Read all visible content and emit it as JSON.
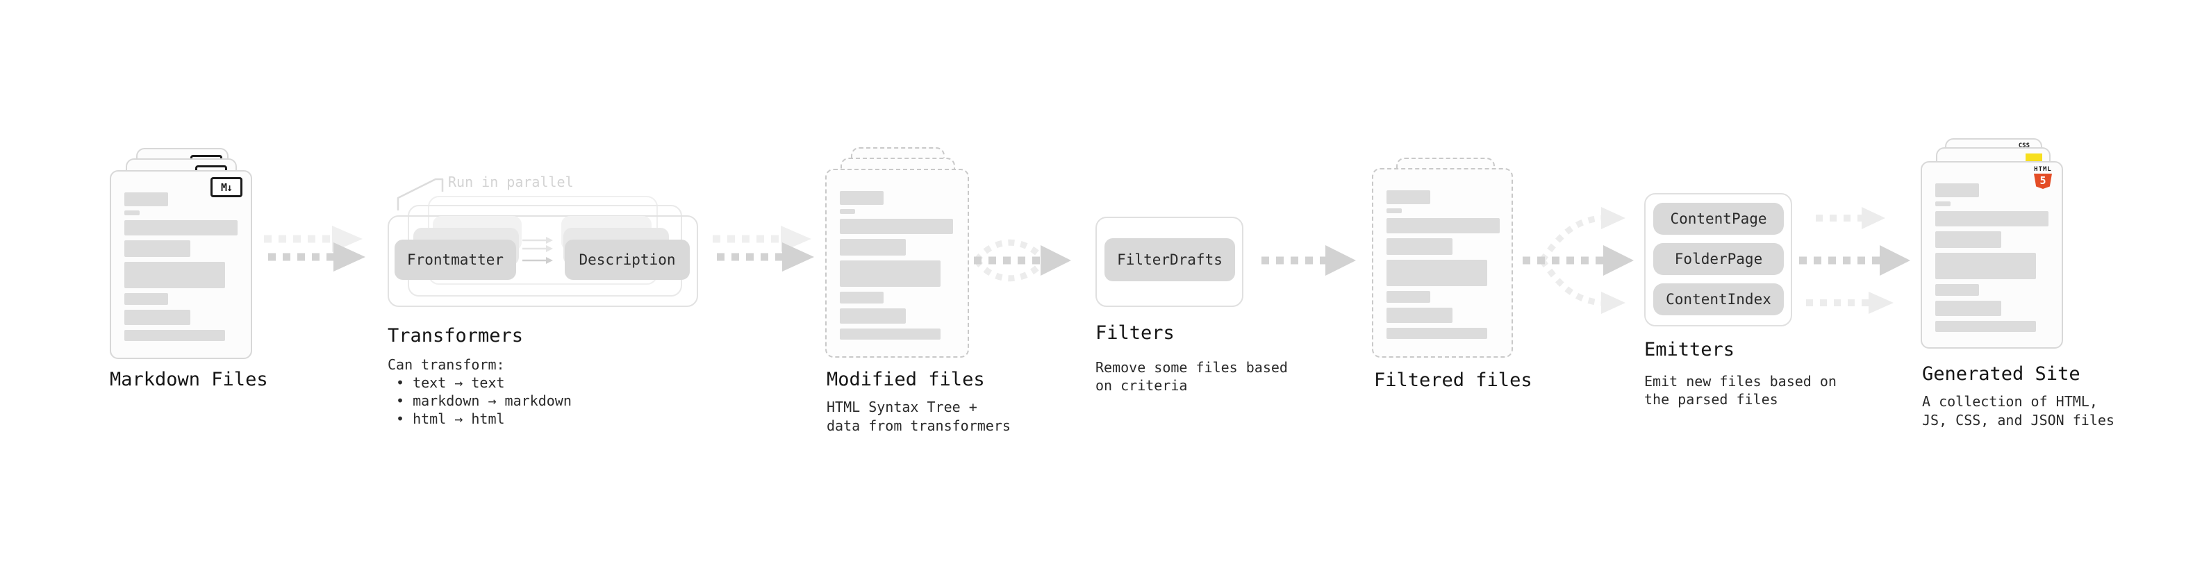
{
  "stages": {
    "markdown": {
      "label": "Markdown Files",
      "file_badge": "M↓"
    },
    "transformers": {
      "heading": "Transformers",
      "parallel_note": "Run in parallel",
      "pill_left": "Frontmatter",
      "pill_right": "Description",
      "caption_lines": [
        "Can transform:",
        "• text → text",
        "• markdown → markdown",
        "• html → html"
      ]
    },
    "modified": {
      "heading": "Modified files",
      "caption_lines": [
        "HTML Syntax Tree +",
        "data from transformers"
      ]
    },
    "filters": {
      "heading": "Filters",
      "pill": "FilterDrafts",
      "caption_lines": [
        "Remove some files based",
        "on criteria"
      ]
    },
    "filtered": {
      "heading": "Filtered files"
    },
    "emitters": {
      "heading": "Emitters",
      "pills": [
        "ContentPage",
        "FolderPage",
        "ContentIndex"
      ],
      "caption_lines": [
        "Emit new files based on",
        "the parsed files"
      ]
    },
    "generated": {
      "heading": "Generated Site",
      "caption_lines": [
        "A collection of HTML,",
        "JS, CSS, and JSON files"
      ],
      "badges": {
        "css_label": "CSS",
        "html_label": "HTML",
        "html_number": "5"
      }
    }
  },
  "colors": {
    "html5_orange": "#e44d26",
    "js_yellow": "#f7df1e",
    "css_blue": "#2962ff",
    "arrow_dark": "#d2d2d2",
    "arrow_light": "#ececec",
    "pill_gray": "#d9d9d9",
    "skeleton_gray": "#dcdcdc"
  }
}
